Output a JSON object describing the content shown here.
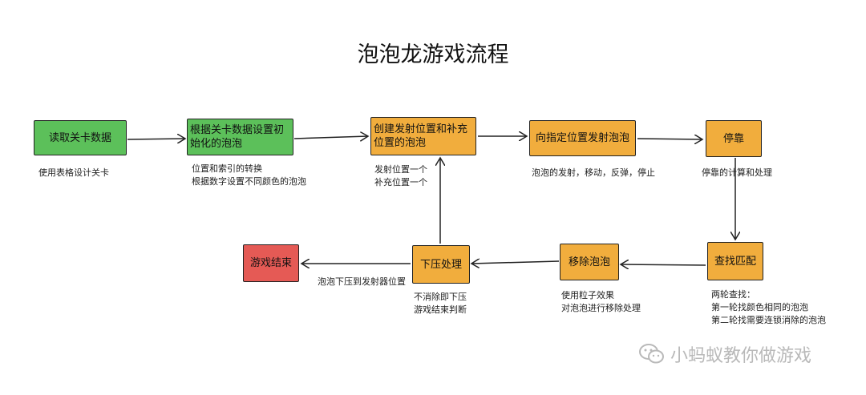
{
  "title": "泡泡龙游戏流程",
  "nodes": {
    "read_level": {
      "label": "读取关卡数据",
      "note": [
        "使用表格设计关卡"
      ]
    },
    "init_bubbles": {
      "label": "根据关卡数据设置初始化的泡泡",
      "note": [
        "位置和索引的转换",
        "根据数字设置不同颜色的泡泡"
      ]
    },
    "create_positions": {
      "label": "创建发射位置和补充位置的泡泡",
      "note": [
        "发射位置一个",
        "补充位置一个"
      ]
    },
    "shoot": {
      "label": "向指定位置发射泡泡",
      "note": [
        "泡泡的发射，移动，反弹，停止"
      ]
    },
    "dock": {
      "label": "停靠",
      "note": [
        "停靠的计算和处理"
      ]
    },
    "match": {
      "label": "查找匹配",
      "note": [
        "两轮查找：",
        "第一轮找颜色相同的泡泡",
        "第二轮找需要连锁消除的泡泡"
      ]
    },
    "remove": {
      "label": "移除泡泡",
      "note": [
        "使用粒子效果",
        "对泡泡进行移除处理"
      ]
    },
    "press_down": {
      "label": "下压处理",
      "note": [
        "不消除即下压",
        "游戏结束判断"
      ]
    },
    "game_over": {
      "label": "游戏结束"
    }
  },
  "edge_labels": {
    "press_to_end": "泡泡下压到发射器位置"
  },
  "watermark": {
    "text": "小蚂蚁教你做游戏",
    "icon": "wechat-icon"
  },
  "colors": {
    "green": "#5cc05a",
    "orange": "#f1ad3d",
    "red": "#e55a55"
  }
}
